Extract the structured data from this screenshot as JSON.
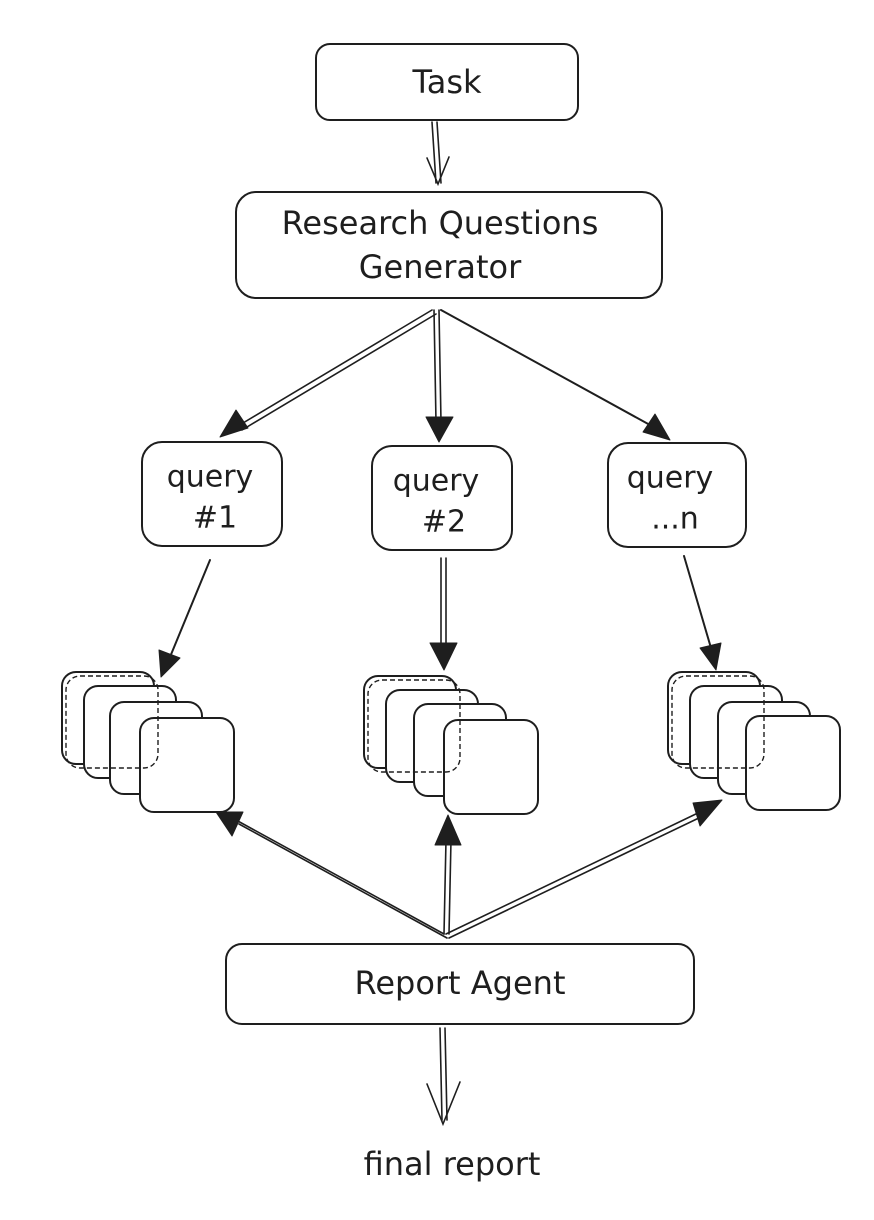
{
  "nodes": {
    "task": {
      "label": "Task"
    },
    "generator": {
      "line1": "Research Questions",
      "line2": "Generator"
    },
    "queries": [
      {
        "line1": "query",
        "line2": "#1"
      },
      {
        "line1": "query",
        "line2": "#2"
      },
      {
        "line1": "query",
        "line2": "...n"
      }
    ],
    "report_agent": {
      "label": "Report Agent"
    },
    "final_report": {
      "label": "final report"
    }
  }
}
